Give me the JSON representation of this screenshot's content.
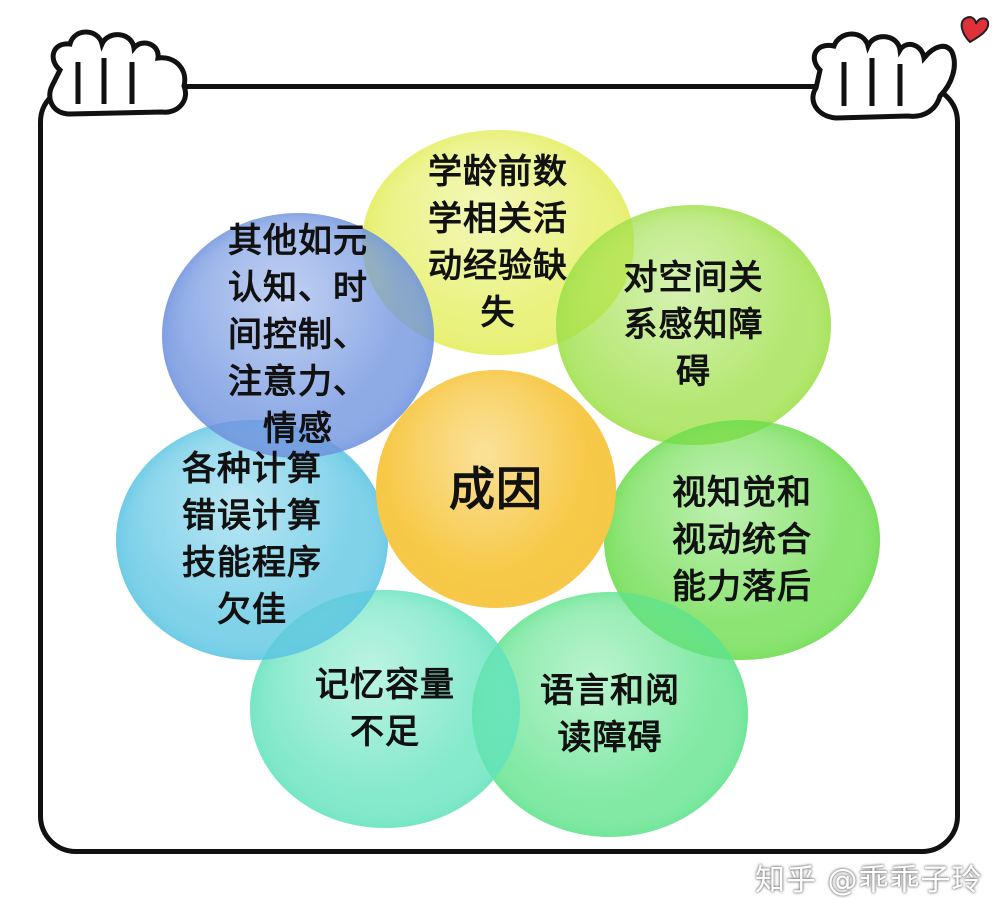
{
  "diagram": {
    "center": {
      "label": "成因",
      "color": "#f7c948"
    },
    "causes": [
      {
        "id": "preschool-math",
        "label": "学龄前数\n学相关活\n动经验缺\n失",
        "color": "#e3ee5a"
      },
      {
        "id": "spatial",
        "label": "对空间关\n系感知障\n碍",
        "color": "#9fe04a"
      },
      {
        "id": "visual",
        "label": "视知觉和\n视动统合\n能力落后",
        "color": "#6bdc4c"
      },
      {
        "id": "language",
        "label": "语言和阅\n读障碍",
        "color": "#5fe38c"
      },
      {
        "id": "memory",
        "label": "记忆容量\n不足",
        "color": "#63e3bd"
      },
      {
        "id": "calculation",
        "label": "各种计算\n错误计算\n技能程序\n欠佳",
        "color": "#5cc5e3"
      },
      {
        "id": "metacognition",
        "label": "其他如元\n认知、时\n间控制、\n注意力、\n情感",
        "color": "#6f93df"
      }
    ]
  },
  "watermark": "知乎 @乖乖子玲",
  "decor": {
    "heart_color": "#e0303a",
    "frame_color": "#111111"
  }
}
